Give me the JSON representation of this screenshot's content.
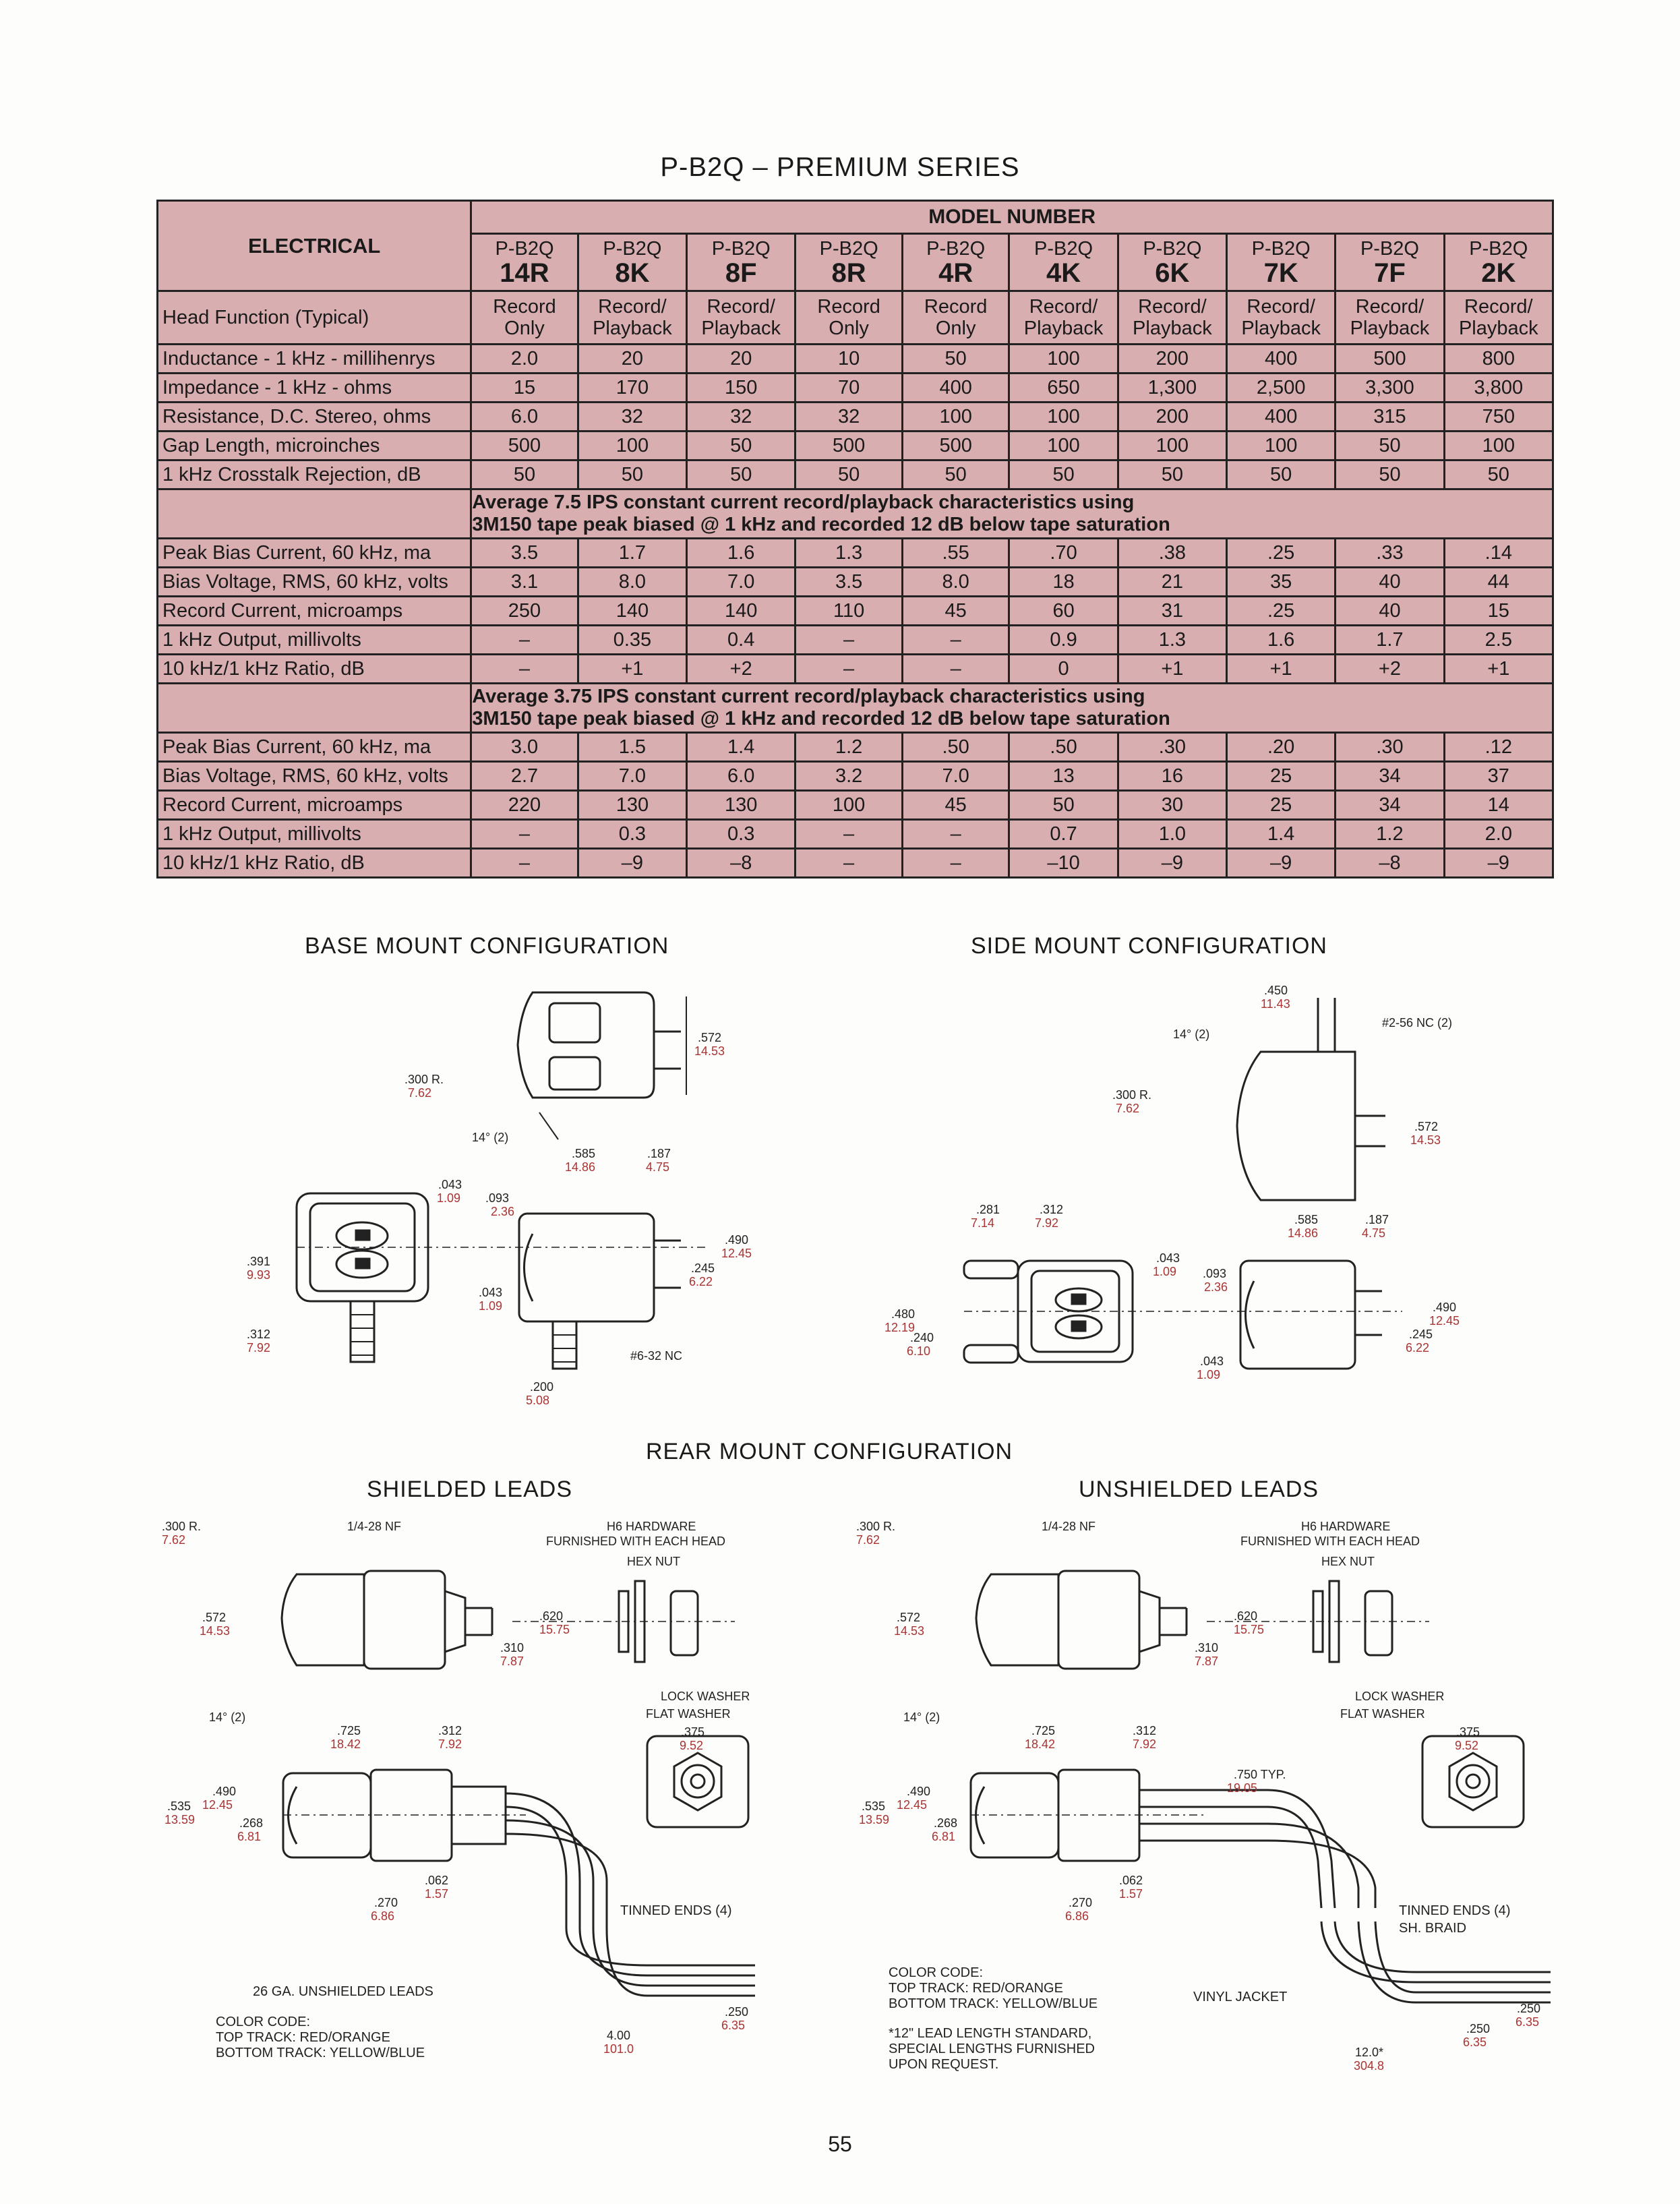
{
  "title": "P-B2Q – PREMIUM SERIES",
  "table": {
    "electrical": "ELECTRICAL",
    "model_number": "MODEL NUMBER",
    "models": [
      {
        "prefix": "P-B2Q",
        "code": "14R"
      },
      {
        "prefix": "P-B2Q",
        "code": "8K"
      },
      {
        "prefix": "P-B2Q",
        "code": "8F"
      },
      {
        "prefix": "P-B2Q",
        "code": "8R"
      },
      {
        "prefix": "P-B2Q",
        "code": "4R"
      },
      {
        "prefix": "P-B2Q",
        "code": "4K"
      },
      {
        "prefix": "P-B2Q",
        "code": "6K"
      },
      {
        "prefix": "P-B2Q",
        "code": "7K"
      },
      {
        "prefix": "P-B2Q",
        "code": "7F"
      },
      {
        "prefix": "P-B2Q",
        "code": "2K"
      }
    ],
    "head_function": {
      "label": "Head Function (Typical)",
      "values": [
        [
          "Record",
          "Only"
        ],
        [
          "Record/",
          "Playback"
        ],
        [
          "Record/",
          "Playback"
        ],
        [
          "Record",
          "Only"
        ],
        [
          "Record",
          "Only"
        ],
        [
          "Record/",
          "Playback"
        ],
        [
          "Record/",
          "Playback"
        ],
        [
          "Record/",
          "Playback"
        ],
        [
          "Record/",
          "Playback"
        ],
        [
          "Record/",
          "Playback"
        ]
      ]
    },
    "rows_a": [
      {
        "label": "Inductance - 1 kHz - millihenrys",
        "values": [
          "2.0",
          "20",
          "20",
          "10",
          "50",
          "100",
          "200",
          "400",
          "500",
          "800"
        ]
      },
      {
        "label": "Impedance - 1 kHz - ohms",
        "values": [
          "15",
          "170",
          "150",
          "70",
          "400",
          "650",
          "1,300",
          "2,500",
          "3,300",
          "3,800"
        ]
      },
      {
        "label": "Resistance, D.C. Stereo, ohms",
        "values": [
          "6.0",
          "32",
          "32",
          "32",
          "100",
          "100",
          "200",
          "400",
          "315",
          "750"
        ]
      },
      {
        "label": "Gap Length, microinches",
        "values": [
          "500",
          "100",
          "50",
          "500",
          "500",
          "100",
          "100",
          "100",
          "50",
          "100"
        ]
      },
      {
        "label": "1 kHz Crosstalk Rejection, dB",
        "values": [
          "50",
          "50",
          "50",
          "50",
          "50",
          "50",
          "50",
          "50",
          "50",
          "50"
        ]
      }
    ],
    "note_1": [
      "Average 7.5 IPS constant current record/playback characteristics using",
      "3M150 tape peak biased @ 1 kHz and recorded 12 dB below tape saturation"
    ],
    "rows_b": [
      {
        "label": "Peak Bias Current, 60 kHz, ma",
        "values": [
          "3.5",
          "1.7",
          "1.6",
          "1.3",
          ".55",
          ".70",
          ".38",
          ".25",
          ".33",
          ".14"
        ]
      },
      {
        "label": "Bias Voltage, RMS, 60 kHz, volts",
        "values": [
          "3.1",
          "8.0",
          "7.0",
          "3.5",
          "8.0",
          "18",
          "21",
          "35",
          "40",
          "44"
        ]
      },
      {
        "label": "Record Current, microamps",
        "values": [
          "250",
          "140",
          "140",
          "110",
          "45",
          "60",
          "31",
          ".25",
          "40",
          "15"
        ]
      },
      {
        "label": "1 kHz Output, millivolts",
        "values": [
          "–",
          "0.35",
          "0.4",
          "–",
          "–",
          "0.9",
          "1.3",
          "1.6",
          "1.7",
          "2.5"
        ]
      },
      {
        "label": "10 kHz/1 kHz Ratio, dB",
        "values": [
          "–",
          "+1",
          "+2",
          "–",
          "–",
          "0",
          "+1",
          "+1",
          "+2",
          "+1"
        ]
      }
    ],
    "note_2": [
      "Average 3.75 IPS constant current record/playback characteristics using",
      "3M150 tape peak biased @ 1 kHz and recorded 12 dB below tape saturation"
    ],
    "rows_c": [
      {
        "label": "Peak Bias Current, 60 kHz, ma",
        "values": [
          "3.0",
          "1.5",
          "1.4",
          "1.2",
          ".50",
          ".50",
          ".30",
          ".20",
          ".30",
          ".12"
        ]
      },
      {
        "label": "Bias Voltage, RMS, 60 kHz, volts",
        "values": [
          "2.7",
          "7.0",
          "6.0",
          "3.2",
          "7.0",
          "13",
          "16",
          "25",
          "34",
          "37"
        ]
      },
      {
        "label": "Record Current, microamps",
        "values": [
          "220",
          "130",
          "130",
          "100",
          "45",
          "50",
          "30",
          "25",
          "34",
          "14"
        ]
      },
      {
        "label": "1 kHz Output, millivolts",
        "values": [
          "–",
          "0.3",
          "0.3",
          "–",
          "–",
          "0.7",
          "1.0",
          "1.4",
          "1.2",
          "2.0"
        ]
      },
      {
        "label": "10 kHz/1 kHz Ratio, dB",
        "values": [
          "–",
          "–9",
          "–8",
          "–",
          "–",
          "–10",
          "–9",
          "–9",
          "–8",
          "–9"
        ]
      }
    ]
  },
  "base_mount": {
    "heading": "BASE MOUNT CONFIGURATION",
    "dims": {
      "r300": ".300 R.",
      "r300mm": "7.62",
      "d572": ".572",
      "d572mm": "14.53",
      "ang": "14° (2)",
      "d585": ".585",
      "d585mm": "14.86",
      "d187": ".187",
      "d187mm": "4.75",
      "d043a": ".043",
      "d043amm": "1.09",
      "d093": ".093",
      "d093mm": "2.36",
      "d490": ".490",
      "d490mm": "12.45",
      "d245": ".245",
      "d245mm": "6.22",
      "d391": ".391",
      "d391mm": "9.93",
      "d043b": ".043",
      "d043bmm": "1.09",
      "d312": ".312",
      "d312mm": "7.92",
      "thread": "#6-32 NC",
      "d200": ".200",
      "d200mm": "5.08"
    }
  },
  "side_mount": {
    "heading": "SIDE MOUNT CONFIGURATION",
    "dims": {
      "d450": ".450",
      "d450mm": "11.43",
      "thread": "#2-56 NC (2)",
      "ang": "14° (2)",
      "r300": ".300 R.",
      "r300mm": "7.62",
      "d572": ".572",
      "d572mm": "14.53",
      "d585": ".585",
      "d585mm": "14.86",
      "d187": ".187",
      "d187mm": "4.75",
      "d281": ".281",
      "d281mm": "7.14",
      "d312": ".312",
      "d312mm": "7.92",
      "d043a": ".043",
      "d043amm": "1.09",
      "d093": ".093",
      "d093mm": "2.36",
      "d480": ".480",
      "d480mm": "12.19",
      "d240": ".240",
      "d240mm": "6.10",
      "d490": ".490",
      "d490mm": "12.45",
      "d245": ".245",
      "d245mm": "6.22",
      "d043b": ".043",
      "d043bmm": "1.09"
    }
  },
  "rear_mount": {
    "heading": "REAR MOUNT CONFIGURATION",
    "shielded": {
      "heading": "SHIELDED LEADS",
      "dims": {
        "r300": ".300 R.",
        "r300mm": "7.62",
        "nf": "1/4-28 NF",
        "hw1": "H6 HARDWARE",
        "hw2": "FURNISHED WITH EACH HEAD",
        "hexnut": "HEX NUT",
        "d572": ".572",
        "d572mm": "14.53",
        "d620": ".620",
        "d620mm": "15.75",
        "d310": ".310",
        "d310mm": "7.87",
        "lock": "LOCK WASHER",
        "flat": "FLAT WASHER",
        "ang": "14° (2)",
        "d725": ".725",
        "d725mm": "18.42",
        "d312": ".312",
        "d312mm": "7.92",
        "d375": ".375",
        "d375mm": "9.52",
        "d490": ".490",
        "d490mm": "12.45",
        "d535": ".535",
        "d535mm": "13.59",
        "d268": ".268",
        "d268mm": "6.81",
        "d062": ".062",
        "d062mm": "1.57",
        "d270": ".270",
        "d270mm": "6.86",
        "tinned": "TINNED ENDS (4)",
        "leads": "26 GA. UNSHIELDED LEADS",
        "d250": ".250",
        "d250mm": "6.35",
        "d400": "4.00",
        "d400mm": "101.0",
        "cc1": "COLOR CODE:",
        "cc2": "TOP TRACK: RED/ORANGE",
        "cc3": "BOTTOM TRACK: YELLOW/BLUE"
      }
    },
    "unshielded": {
      "heading": "UNSHIELDED LEADS",
      "dims": {
        "r300": ".300 R.",
        "r300mm": "7.62",
        "nf": "1/4-28 NF",
        "hw1": "H6 HARDWARE",
        "hw2": "FURNISHED WITH EACH HEAD",
        "hexnut": "HEX NUT",
        "d572": ".572",
        "d572mm": "14.53",
        "d620": ".620",
        "d620mm": "15.75",
        "d310": ".310",
        "d310mm": "7.87",
        "lock": "LOCK WASHER",
        "flat": "FLAT WASHER",
        "ang": "14° (2)",
        "d725": ".725",
        "d725mm": "18.42",
        "d312": ".312",
        "d312mm": "7.92",
        "d375": ".375",
        "d375mm": "9.52",
        "d750": ".750 TYP.",
        "d750mm": "19.05",
        "d490": ".490",
        "d490mm": "12.45",
        "d535": ".535",
        "d535mm": "13.59",
        "d268": ".268",
        "d268mm": "6.81",
        "d062": ".062",
        "d062mm": "1.57",
        "d270": ".270",
        "d270mm": "6.86",
        "tinned": "TINNED ENDS (4)",
        "braid": "SH. BRAID",
        "vinyl": "VINYL JACKET",
        "d250a": ".250",
        "d250amm": "6.35",
        "d250b": ".250",
        "d250bmm": "6.35",
        "d120": "12.0*",
        "d120mm": "304.8",
        "cc1": "COLOR CODE:",
        "cc2": "TOP TRACK: RED/ORANGE",
        "cc3": "BOTTOM TRACK: YELLOW/BLUE",
        "std1": "*12\" LEAD LENGTH STANDARD,",
        "std2": "SPECIAL LENGTHS FURNISHED",
        "std3": "UPON REQUEST."
      }
    }
  },
  "page_number": "55"
}
